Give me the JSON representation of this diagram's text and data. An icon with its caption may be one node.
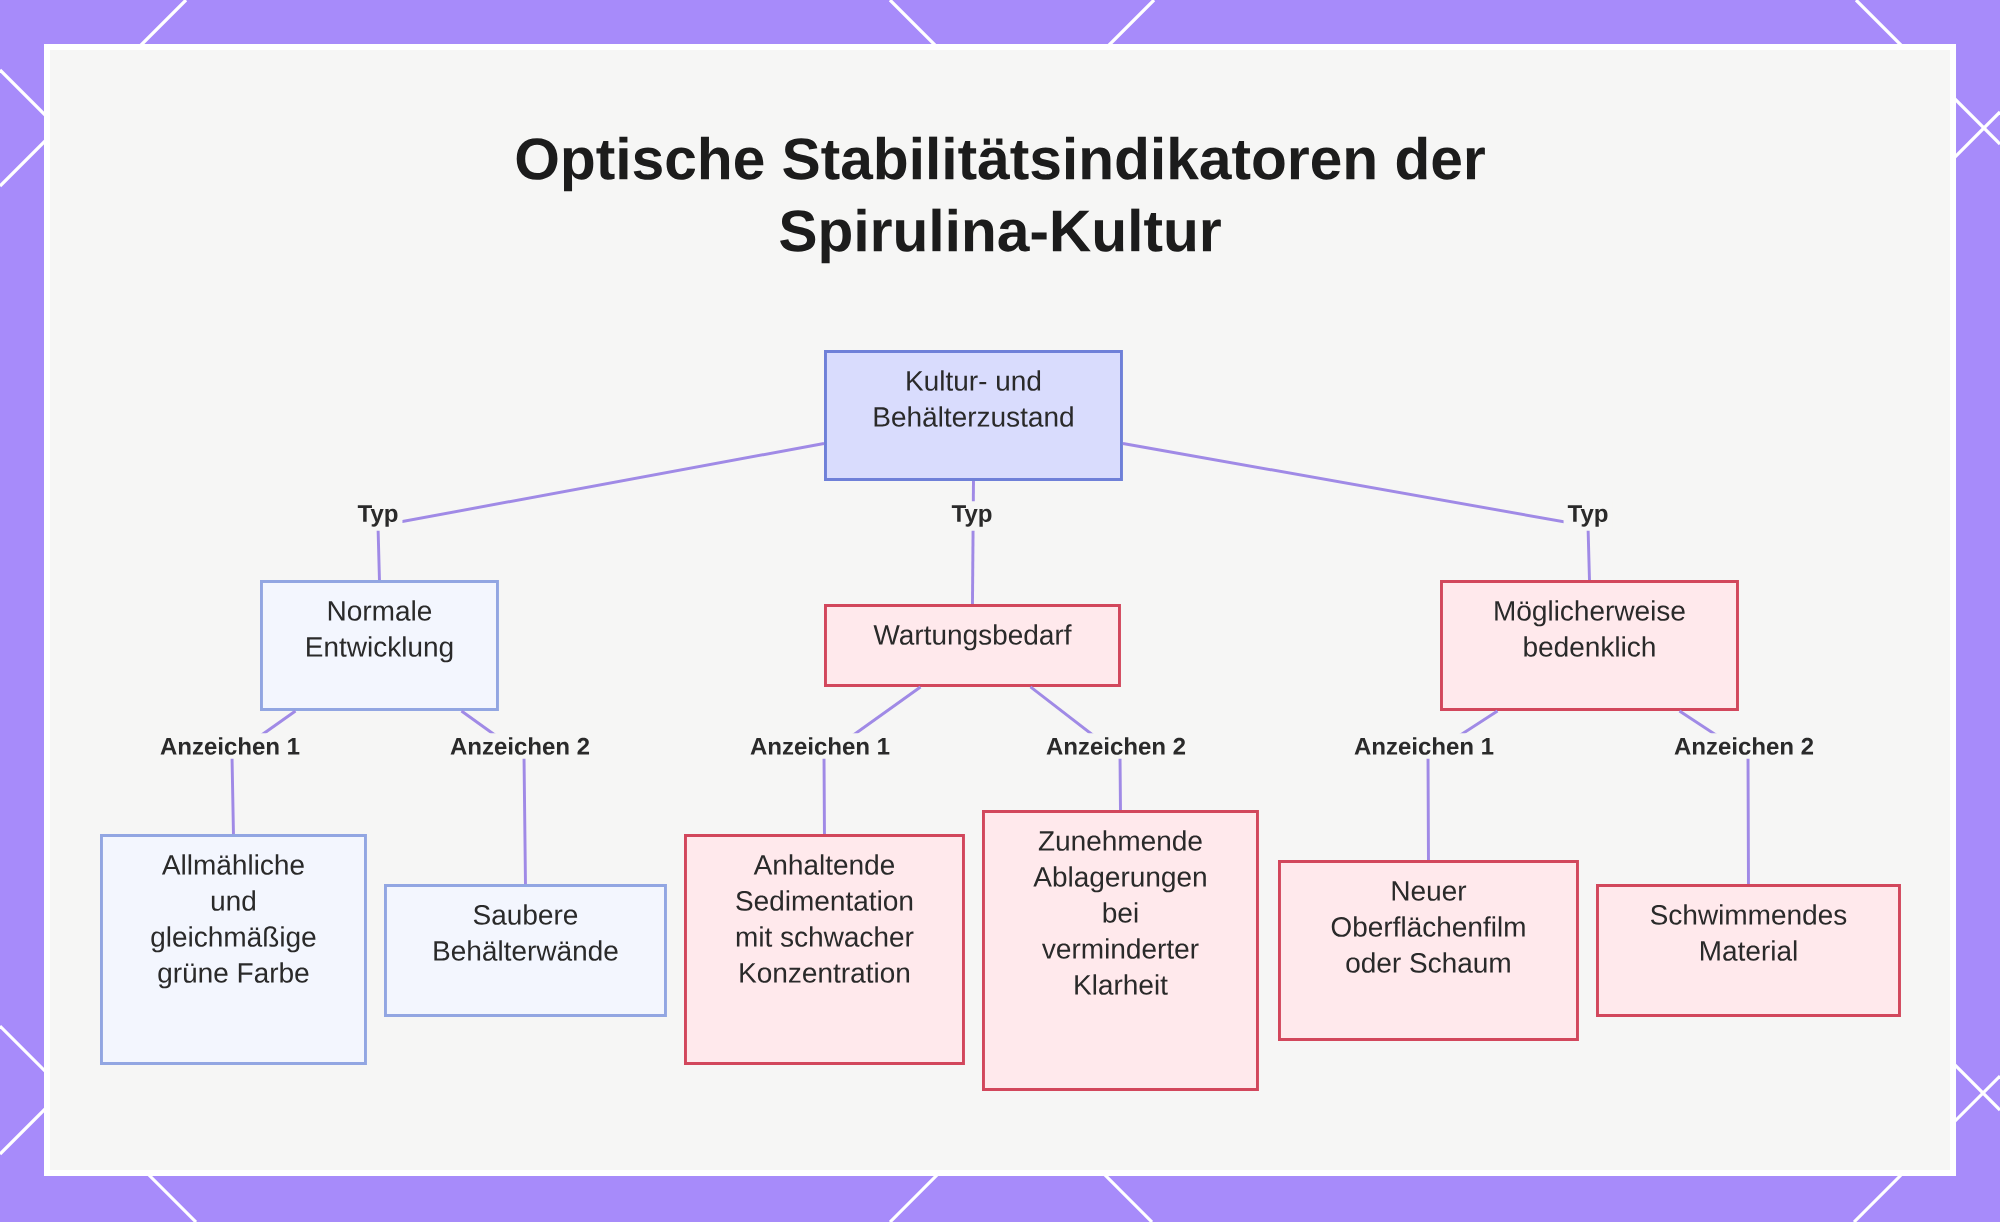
{
  "diagram": {
    "title": "Optische Stabilitätsindikatoren der Spirulina-Kultur",
    "nodes": [
      {
        "text": [
          "Kultur- und Behälterzustand"
        ]
      },
      {
        "text": [
          "Normale Entwicklung"
        ]
      },
      {
        "text": [
          "Wartungsbedarf"
        ]
      },
      {
        "text": [
          "Möglicherweise bedenklich"
        ]
      },
      {
        "text": [
          "Allmähliche und gleichmäßige grüne Farbe"
        ]
      },
      {
        "text": [
          "Saubere Behälterwände"
        ]
      },
      {
        "text": [
          "Anhaltende Sedimentation mit schwacher Konzentration"
        ]
      },
      {
        "text": [
          "Zunehmende Ablagerungen bei verminderter Klarheit"
        ]
      },
      {
        "text": [
          "Neuer Oberflächenfilm oder Schaum"
        ]
      },
      {
        "text": [
          "Schwimmendes Material"
        ]
      }
    ],
    "edges": [
      {
        "from": 0,
        "to": 1,
        "arrow": "none",
        "label": "Typ"
      },
      {
        "from": 0,
        "to": 2,
        "arrow": "none",
        "label": "Typ"
      },
      {
        "from": 0,
        "to": 3,
        "arrow": "none",
        "label": "Typ"
      },
      {
        "from": 1,
        "to": 4,
        "arrow": "none",
        "label": "Anzeichen 1"
      },
      {
        "from": 1,
        "to": 5,
        "arrow": "none",
        "label": "Anzeichen 2"
      },
      {
        "from": 2,
        "to": 6,
        "arrow": "none",
        "label": "Anzeichen 1"
      },
      {
        "from": 2,
        "to": 7,
        "arrow": "none",
        "label": "Anzeichen 2"
      },
      {
        "from": 3,
        "to": 8,
        "arrow": "none",
        "label": "Anzeichen 1"
      },
      {
        "from": 3,
        "to": 9,
        "arrow": "none",
        "label": "Anzeichen 2"
      }
    ]
  }
}
